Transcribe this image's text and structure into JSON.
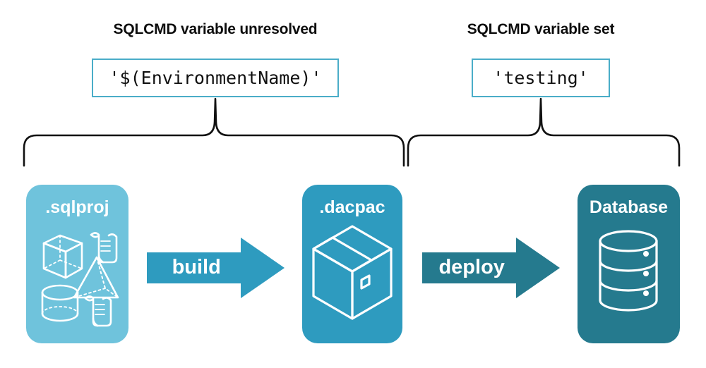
{
  "diagram": {
    "title_left": "SQLCMD variable unresolved",
    "title_right": "SQLCMD variable set",
    "code_left": "'$(EnvironmentName)'",
    "code_right": "'testing'",
    "colors": {
      "sqlproj_fill": "#6fc3dc",
      "dacpac_fill": "#2e9bbf",
      "database_fill": "#257a8e",
      "build_arrow": "#2e9bbf",
      "deploy_arrow": "#257a8e",
      "code_border": "#4aadc8",
      "brace_stroke": "#111111",
      "text_dark": "#0d0d0d",
      "text_light": "#ffffff"
    },
    "nodes": [
      {
        "id": "sqlproj",
        "label": ".sqlproj",
        "icons": [
          "cube-icon",
          "scroll-icon",
          "pyramid-icon",
          "cylinder-icon",
          "scroll-icon"
        ]
      },
      {
        "id": "dacpac",
        "label": ".dacpac",
        "icons": [
          "package-box-icon"
        ]
      },
      {
        "id": "database",
        "label": "Database",
        "icons": [
          "database-cylinder-icon"
        ]
      }
    ],
    "arrows": [
      {
        "id": "build",
        "label": "build",
        "from": "sqlproj",
        "to": "dacpac"
      },
      {
        "id": "deploy",
        "label": "deploy",
        "from": "dacpac",
        "to": "database"
      }
    ],
    "braces": [
      {
        "id": "brace-left",
        "covers": "SQLCMD variable unresolved"
      },
      {
        "id": "brace-right",
        "covers": "SQLCMD variable set"
      }
    ]
  }
}
